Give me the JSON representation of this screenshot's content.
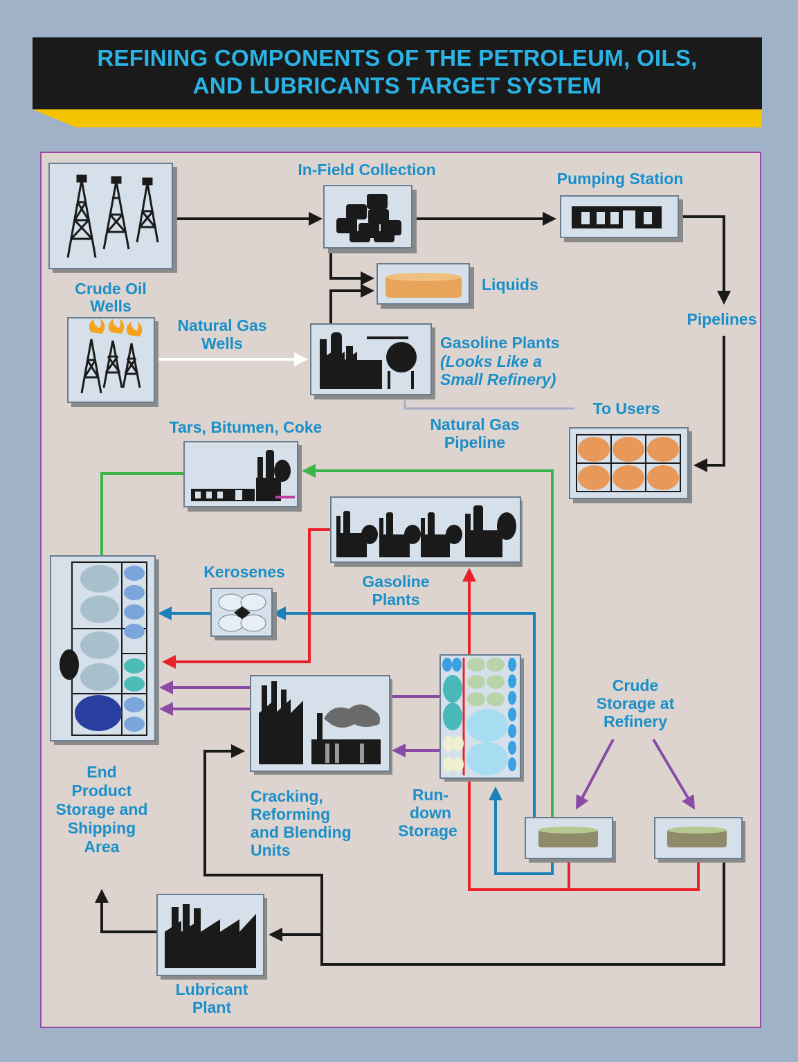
{
  "title": {
    "line1": "REFINING COMPONENTS OF THE PETROLEUM, OILS,",
    "line2": "AND LUBRICANTS TARGET SYSTEM"
  },
  "labels": {
    "in_field_collection": "In-Field Collection",
    "pumping_station": "Pumping Station",
    "crude_oil_wells_1": "Crude Oil",
    "crude_oil_wells_2": "Wells",
    "liquids": "Liquids",
    "natural_gas_wells_1": "Natural Gas",
    "natural_gas_wells_2": "Wells",
    "pipelines": "Pipelines",
    "gasoline_plants_top_1": "Gasoline Plants",
    "gasoline_plants_top_2": "(Looks Like a",
    "gasoline_plants_top_3": "Small Refinery)",
    "to_users": "To Users",
    "natural_gas_pipeline_1": "Natural Gas",
    "natural_gas_pipeline_2": "Pipeline",
    "tars": "Tars, Bitumen, Coke",
    "kerosenes": "Kerosenes",
    "gasoline_plants_mid_1": "Gasoline",
    "gasoline_plants_mid_2": "Plants",
    "crude_storage_1": "Crude",
    "crude_storage_2": "Storage at",
    "crude_storage_3": "Refinery",
    "end_product_1": "End",
    "end_product_2": "Product",
    "end_product_3": "Storage and",
    "end_product_4": "Shipping",
    "end_product_5": "Area",
    "cracking_1": "Cracking,",
    "cracking_2": "Reforming",
    "cracking_3": "and Blending",
    "cracking_4": "Units",
    "rundown_1": "Run-",
    "rundown_2": "down",
    "rundown_3": "Storage",
    "lubricant_1": "Lubricant",
    "lubricant_2": "Plant"
  },
  "colors": {
    "label": "#1a8fc9",
    "crude_flow": "#1a1a1a",
    "gas_flow": "#ffffff",
    "gasoline_flow": "#e8222a",
    "kerosene_flow": "#1a82b8",
    "residue_flow": "#3bb54a",
    "blend_flow": "#8b4aa5",
    "gas_pipeline": "#a8a8c8"
  }
}
